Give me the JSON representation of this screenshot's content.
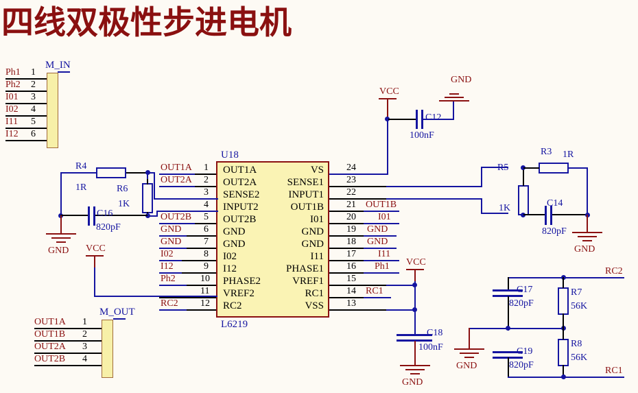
{
  "title": "四线双极性步进电机",
  "colors": {
    "background": "#fdfaf4",
    "wire": "#1414a0",
    "net_label": "#8a1010",
    "ic_fill": "#faf3b4",
    "ic_border": "#8a1010",
    "connector_fill": "#f7f0a8",
    "pin_text": "#000000",
    "designator": "#1414a0"
  },
  "connectors": [
    {
      "name": "M_IN",
      "pins": [
        {
          "number": "1",
          "net": "Ph1"
        },
        {
          "number": "2",
          "net": "Ph2"
        },
        {
          "number": "3",
          "net": "I01"
        },
        {
          "number": "4",
          "net": "I02"
        },
        {
          "number": "5",
          "net": "I11"
        },
        {
          "number": "6",
          "net": "I12"
        }
      ]
    },
    {
      "name": "M_OUT",
      "pins": [
        {
          "number": "1",
          "net": "OUT1A"
        },
        {
          "number": "2",
          "net": "OUT1B"
        },
        {
          "number": "3",
          "net": "OUT2A"
        },
        {
          "number": "4",
          "net": "OUT2B"
        }
      ]
    }
  ],
  "ic": {
    "designator": "U18",
    "part": "L6219",
    "left_pins": [
      {
        "number": "1",
        "name": "OUT1A",
        "net": "OUT1A"
      },
      {
        "number": "2",
        "name": "OUT2A",
        "net": "OUT2A"
      },
      {
        "number": "3",
        "name": "SENSE2",
        "net": ""
      },
      {
        "number": "4",
        "name": "INPUT2",
        "net": ""
      },
      {
        "number": "5",
        "name": "OUT2B",
        "net": "OUT2B"
      },
      {
        "number": "6",
        "name": "GND",
        "net": "GND"
      },
      {
        "number": "7",
        "name": "GND",
        "net": "GND"
      },
      {
        "number": "8",
        "name": "I02",
        "net": "I02"
      },
      {
        "number": "9",
        "name": "I12",
        "net": "I12"
      },
      {
        "number": "10",
        "name": "PHASE2",
        "net": "Ph2"
      },
      {
        "number": "11",
        "name": "VREF2",
        "net": ""
      },
      {
        "number": "12",
        "name": "RC2",
        "net": "RC2"
      }
    ],
    "right_pins": [
      {
        "number": "24",
        "name": "VS",
        "net": ""
      },
      {
        "number": "23",
        "name": "SENSE1",
        "net": ""
      },
      {
        "number": "22",
        "name": "INPUT1",
        "net": ""
      },
      {
        "number": "21",
        "name": "OUT1B",
        "net": "OUT1B"
      },
      {
        "number": "20",
        "name": "I01",
        "net": "I01"
      },
      {
        "number": "19",
        "name": "GND",
        "net": "GND"
      },
      {
        "number": "18",
        "name": "GND",
        "net": "GND"
      },
      {
        "number": "17",
        "name": "I11",
        "net": "I11"
      },
      {
        "number": "16",
        "name": "PHASE1",
        "net": "Ph1"
      },
      {
        "number": "15",
        "name": "VREF1",
        "net": ""
      },
      {
        "number": "14",
        "name": "RC1",
        "net": "RC1"
      },
      {
        "number": "13",
        "name": "VSS",
        "net": ""
      }
    ]
  },
  "components": [
    {
      "ref": "R3",
      "value": "1R",
      "type": "resistor"
    },
    {
      "ref": "R4",
      "value": "1R",
      "type": "resistor"
    },
    {
      "ref": "R5",
      "value": "1K",
      "type": "resistor"
    },
    {
      "ref": "R6",
      "value": "1K",
      "type": "resistor"
    },
    {
      "ref": "R7",
      "value": "56K",
      "type": "resistor"
    },
    {
      "ref": "R8",
      "value": "56K",
      "type": "resistor"
    },
    {
      "ref": "C12",
      "value": "100nF",
      "type": "capacitor"
    },
    {
      "ref": "C14",
      "value": "820pF",
      "type": "capacitor"
    },
    {
      "ref": "C16",
      "value": "820pF",
      "type": "capacitor"
    },
    {
      "ref": "C17",
      "value": "820pF",
      "type": "capacitor"
    },
    {
      "ref": "C18",
      "value": "100nF",
      "type": "capacitor"
    },
    {
      "ref": "C19",
      "value": "820pF",
      "type": "capacitor"
    }
  ],
  "power_symbols": [
    {
      "label": "VCC",
      "id": "vcc-top"
    },
    {
      "label": "GND",
      "id": "gnd-top"
    },
    {
      "label": "GND",
      "id": "gnd-left"
    },
    {
      "label": "VCC",
      "id": "vcc-left"
    },
    {
      "label": "GND",
      "id": "gnd-right-c14"
    },
    {
      "label": "VCC",
      "id": "vcc-mid"
    },
    {
      "label": "GND",
      "id": "gnd-c18"
    },
    {
      "label": "GND",
      "id": "gnd-rc"
    }
  ],
  "free_net_labels": [
    {
      "label": "RC2",
      "id": "netlabel-rc2"
    },
    {
      "label": "RC1",
      "id": "netlabel-rc1"
    }
  ]
}
